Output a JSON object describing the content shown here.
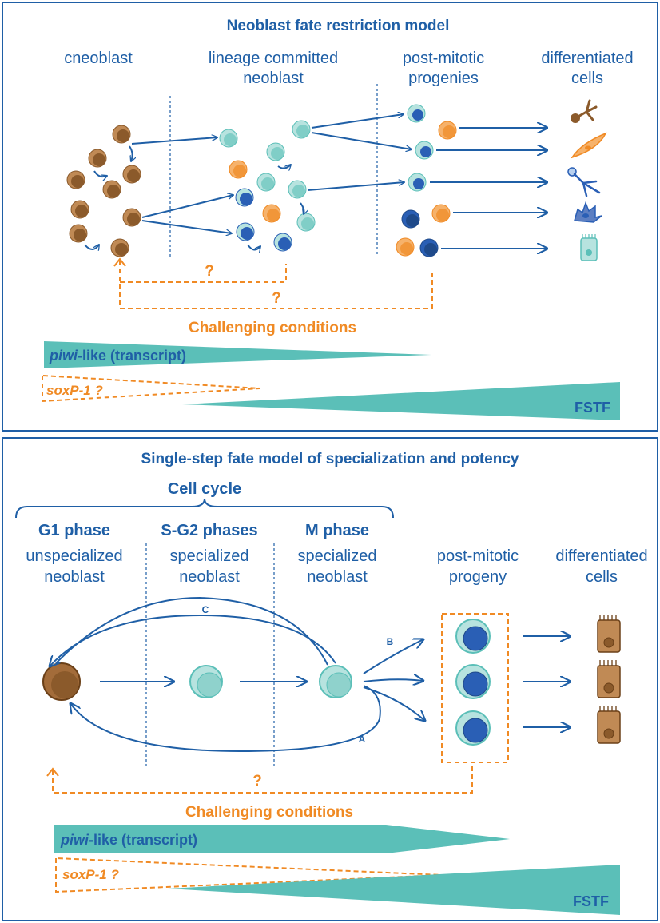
{
  "panel_top": {
    "title": "Neoblast fate restriction model",
    "col1": "cneoblast",
    "col2_line1": "lineage committed",
    "col2_line2": "neoblast",
    "col3_line1": "post-mitotic",
    "col3_line2": "progenies",
    "col4_line1": "differentiated",
    "col4_line2": "cells",
    "q1": "?",
    "q2": "?",
    "challenging": "Challenging conditions",
    "piwi_italic": "piwi",
    "piwi_rest": "-like (transcript)",
    "soxp": "soxP-1 ?",
    "fstf": "FSTF"
  },
  "panel_bottom": {
    "title": "Single-step fate model of specialization and potency",
    "cell_cycle": "Cell cycle",
    "phase1": "G1 phase",
    "phase2": "S-G2 phases",
    "phase3": "M phase",
    "col1_line1": "unspecialized",
    "col1_line2": "neoblast",
    "col2_line1": "specialized",
    "col2_line2": "neoblast",
    "col3_line1": "specialized",
    "col3_line2": "neoblast",
    "col4_line1": "post-mitotic",
    "col4_line2": "progeny",
    "col5_line1": "differentiated",
    "col5_line2": "cells",
    "label_a": "A",
    "label_b": "B",
    "label_c": "C",
    "q": "?",
    "challenging": "Challenging conditions",
    "piwi_italic": "piwi",
    "piwi_rest": "-like (transcript)",
    "soxp": "soxP-1 ?",
    "fstf": "FSTF"
  },
  "colors": {
    "blue": "#1f5fa6",
    "teal": "#5bbfb8",
    "teal_light": "#b7e3df",
    "brown": "#8b5a2b",
    "brown_light": "#c08a55",
    "orange": "#f08a24",
    "orange_light": "#f6b26b",
    "dark_blue": "#2a5fb5"
  }
}
